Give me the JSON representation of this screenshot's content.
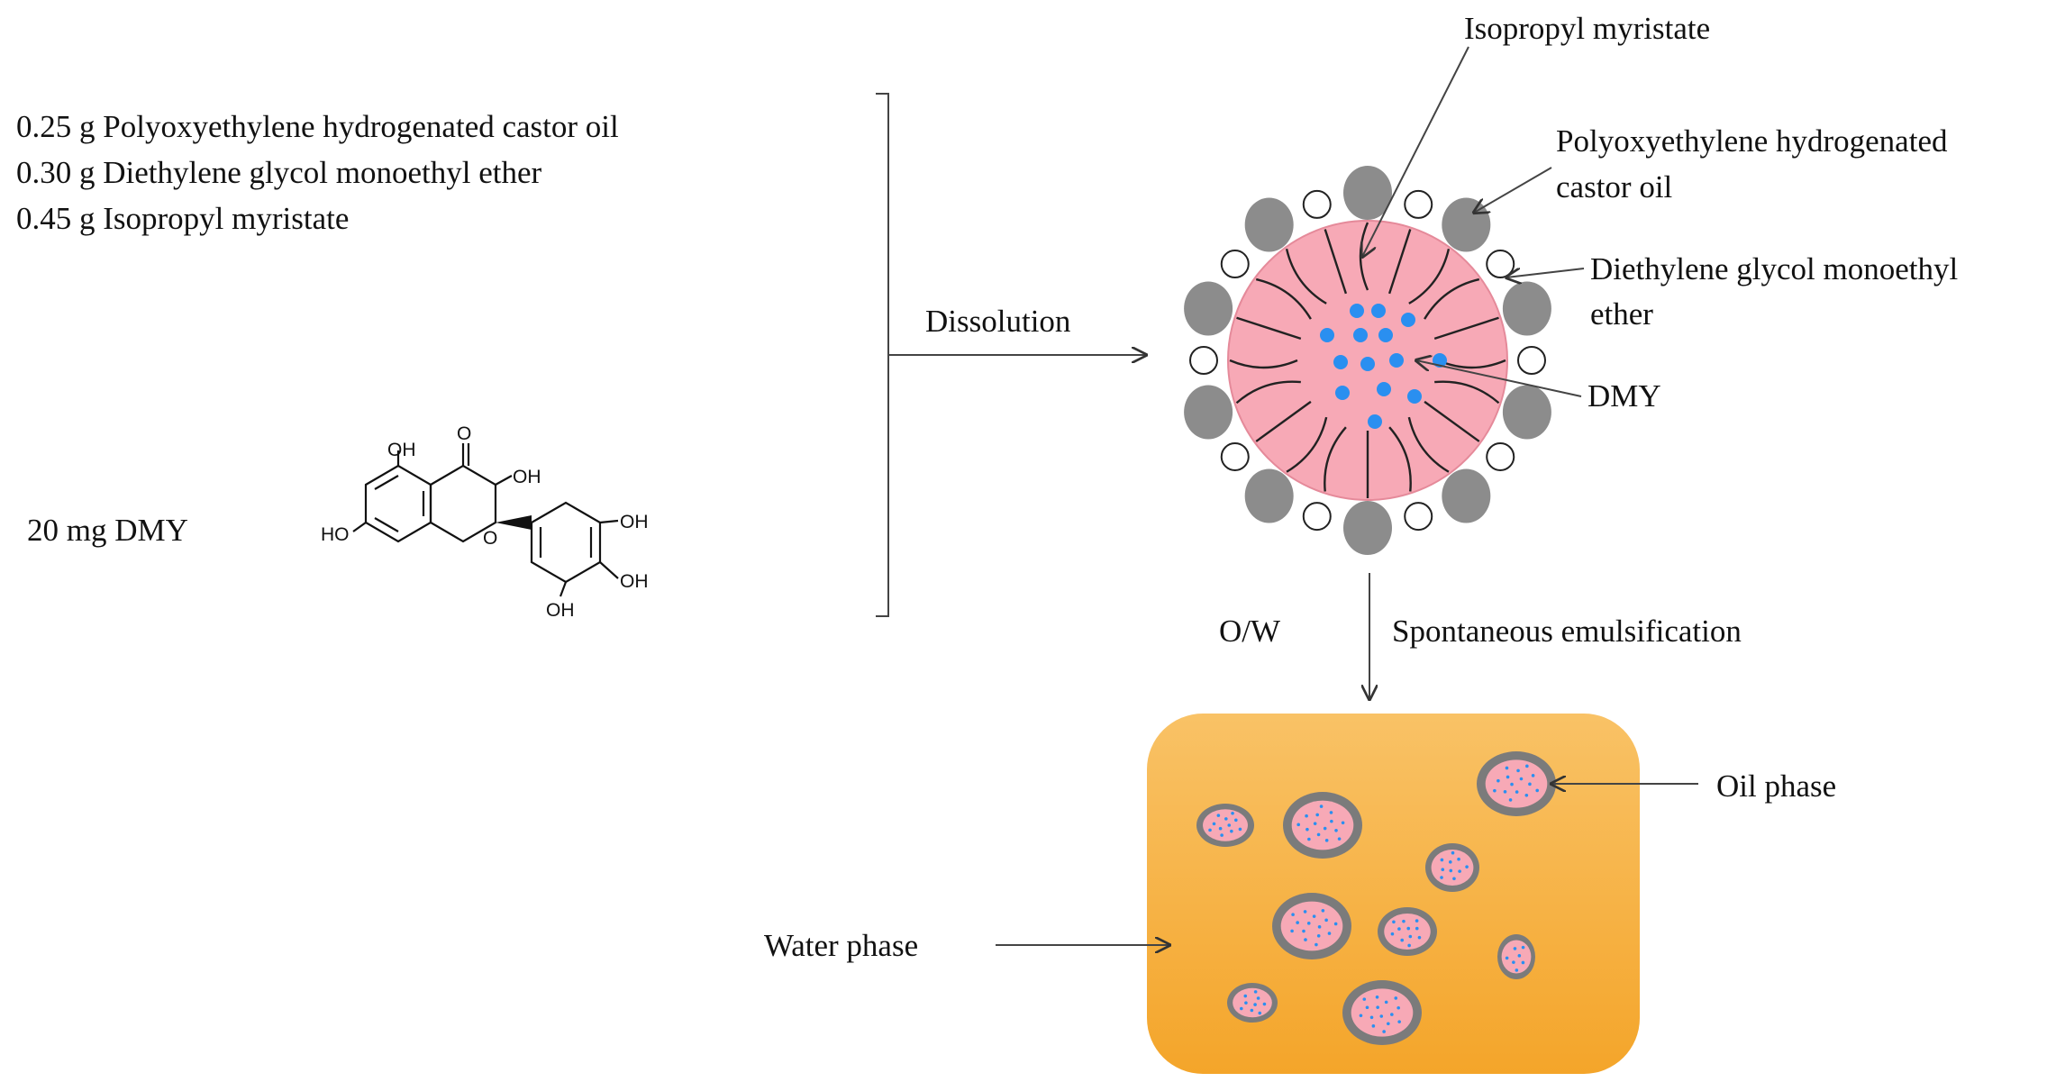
{
  "ingredients": [
    "0.25 g Polyoxyethylene hydrogenated castor oil",
    "0.30 g Diethylene glycol monoethyl ether",
    "0.45 g Isopropyl myristate"
  ],
  "drug_label": "20 mg DMY",
  "molecule_groups": [
    "OH",
    "O",
    "OH",
    "HO",
    "O",
    "OH",
    "OH",
    "OH"
  ],
  "step_dissolution": "Dissolution",
  "micelle_labels": {
    "oil": "Isopropyl myristate",
    "surfactant_line1": "Polyoxyethylene hydrogenated",
    "surfactant_line2": "castor oil",
    "cosurfactant_line1": "Diethylene glycol monoethyl",
    "cosurfactant_line2": "ether",
    "drug": "DMY"
  },
  "emulsion_type": "O/W",
  "step_emulsification": "Spontaneous emulsification",
  "phase_labels": {
    "oil": "Oil phase",
    "water": "Water phase"
  },
  "colors": {
    "core": "#f7a9b6",
    "head": "#8c8c8c",
    "drug_dot": "#2a8ff0",
    "water_top": "#f9c266",
    "water_bottom": "#f4a52a"
  }
}
